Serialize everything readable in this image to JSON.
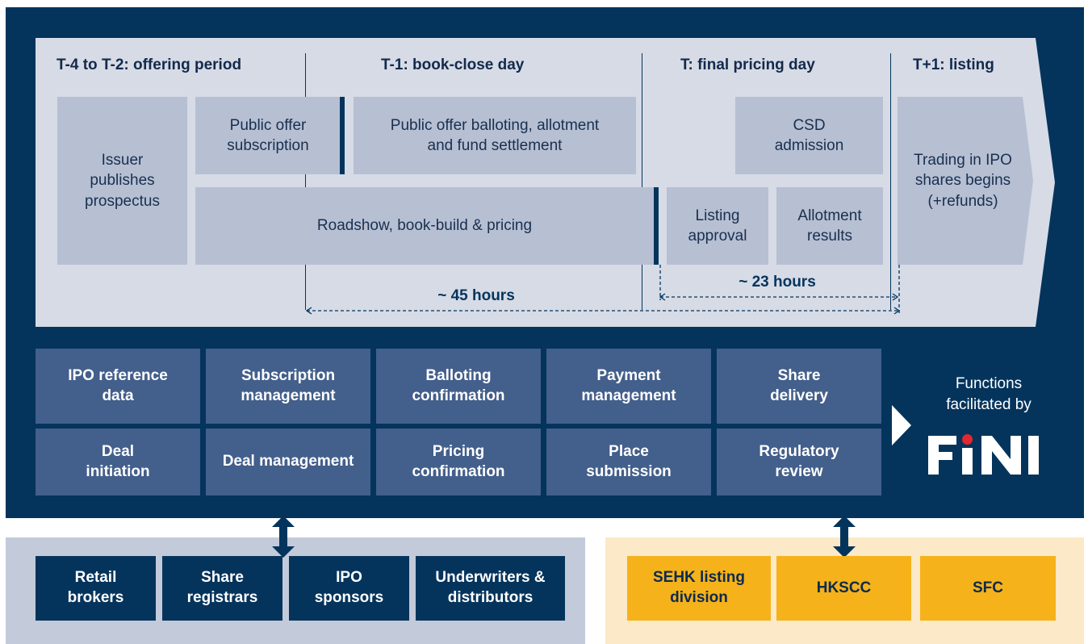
{
  "phases": {
    "p1": "T-4 to T-2: offering period",
    "p2": "T-1: book-close day",
    "p3": "T: final pricing day",
    "p4": "T+1: listing"
  },
  "steps": {
    "issuer": "Issuer publishes prospectus",
    "subscription": "Public offer subscription",
    "balloting": "Public offer balloting, allotment and fund settlement",
    "csd": "CSD admission",
    "trading": "Trading in IPO shares begins (+refunds)",
    "roadshow": "Roadshow, book-build & pricing",
    "listing_approval": "Listing approval",
    "allotment_results": "Allotment results"
  },
  "durations": {
    "h45": "~ 45 hours",
    "h23": "~ 23 hours"
  },
  "functions": [
    "IPO reference data",
    "Subscription management",
    "Balloting confirmation",
    "Payment management",
    "Share delivery",
    "Deal initiation",
    "Deal management",
    "Pricing confirmation",
    "Place submission",
    "Regulatory review"
  ],
  "facilitated": {
    "label": "Functions facilitated by",
    "logo_text": "FiNI"
  },
  "market_participants": [
    "Retail brokers",
    "Share registrars",
    "IPO sponsors",
    "Underwriters & distributors"
  ],
  "regulators": [
    "SEHK listing division",
    "HKSCC",
    "SFC"
  ],
  "colors": {
    "navy": "#04345c",
    "timeline_bg": "#d6dbe6",
    "step_box": "#b7bfd3",
    "function_box": "#435f8b",
    "participants_bg": "#c3cad9",
    "regulators_bg": "#fbe9c7",
    "gold": "#f5b21a"
  }
}
